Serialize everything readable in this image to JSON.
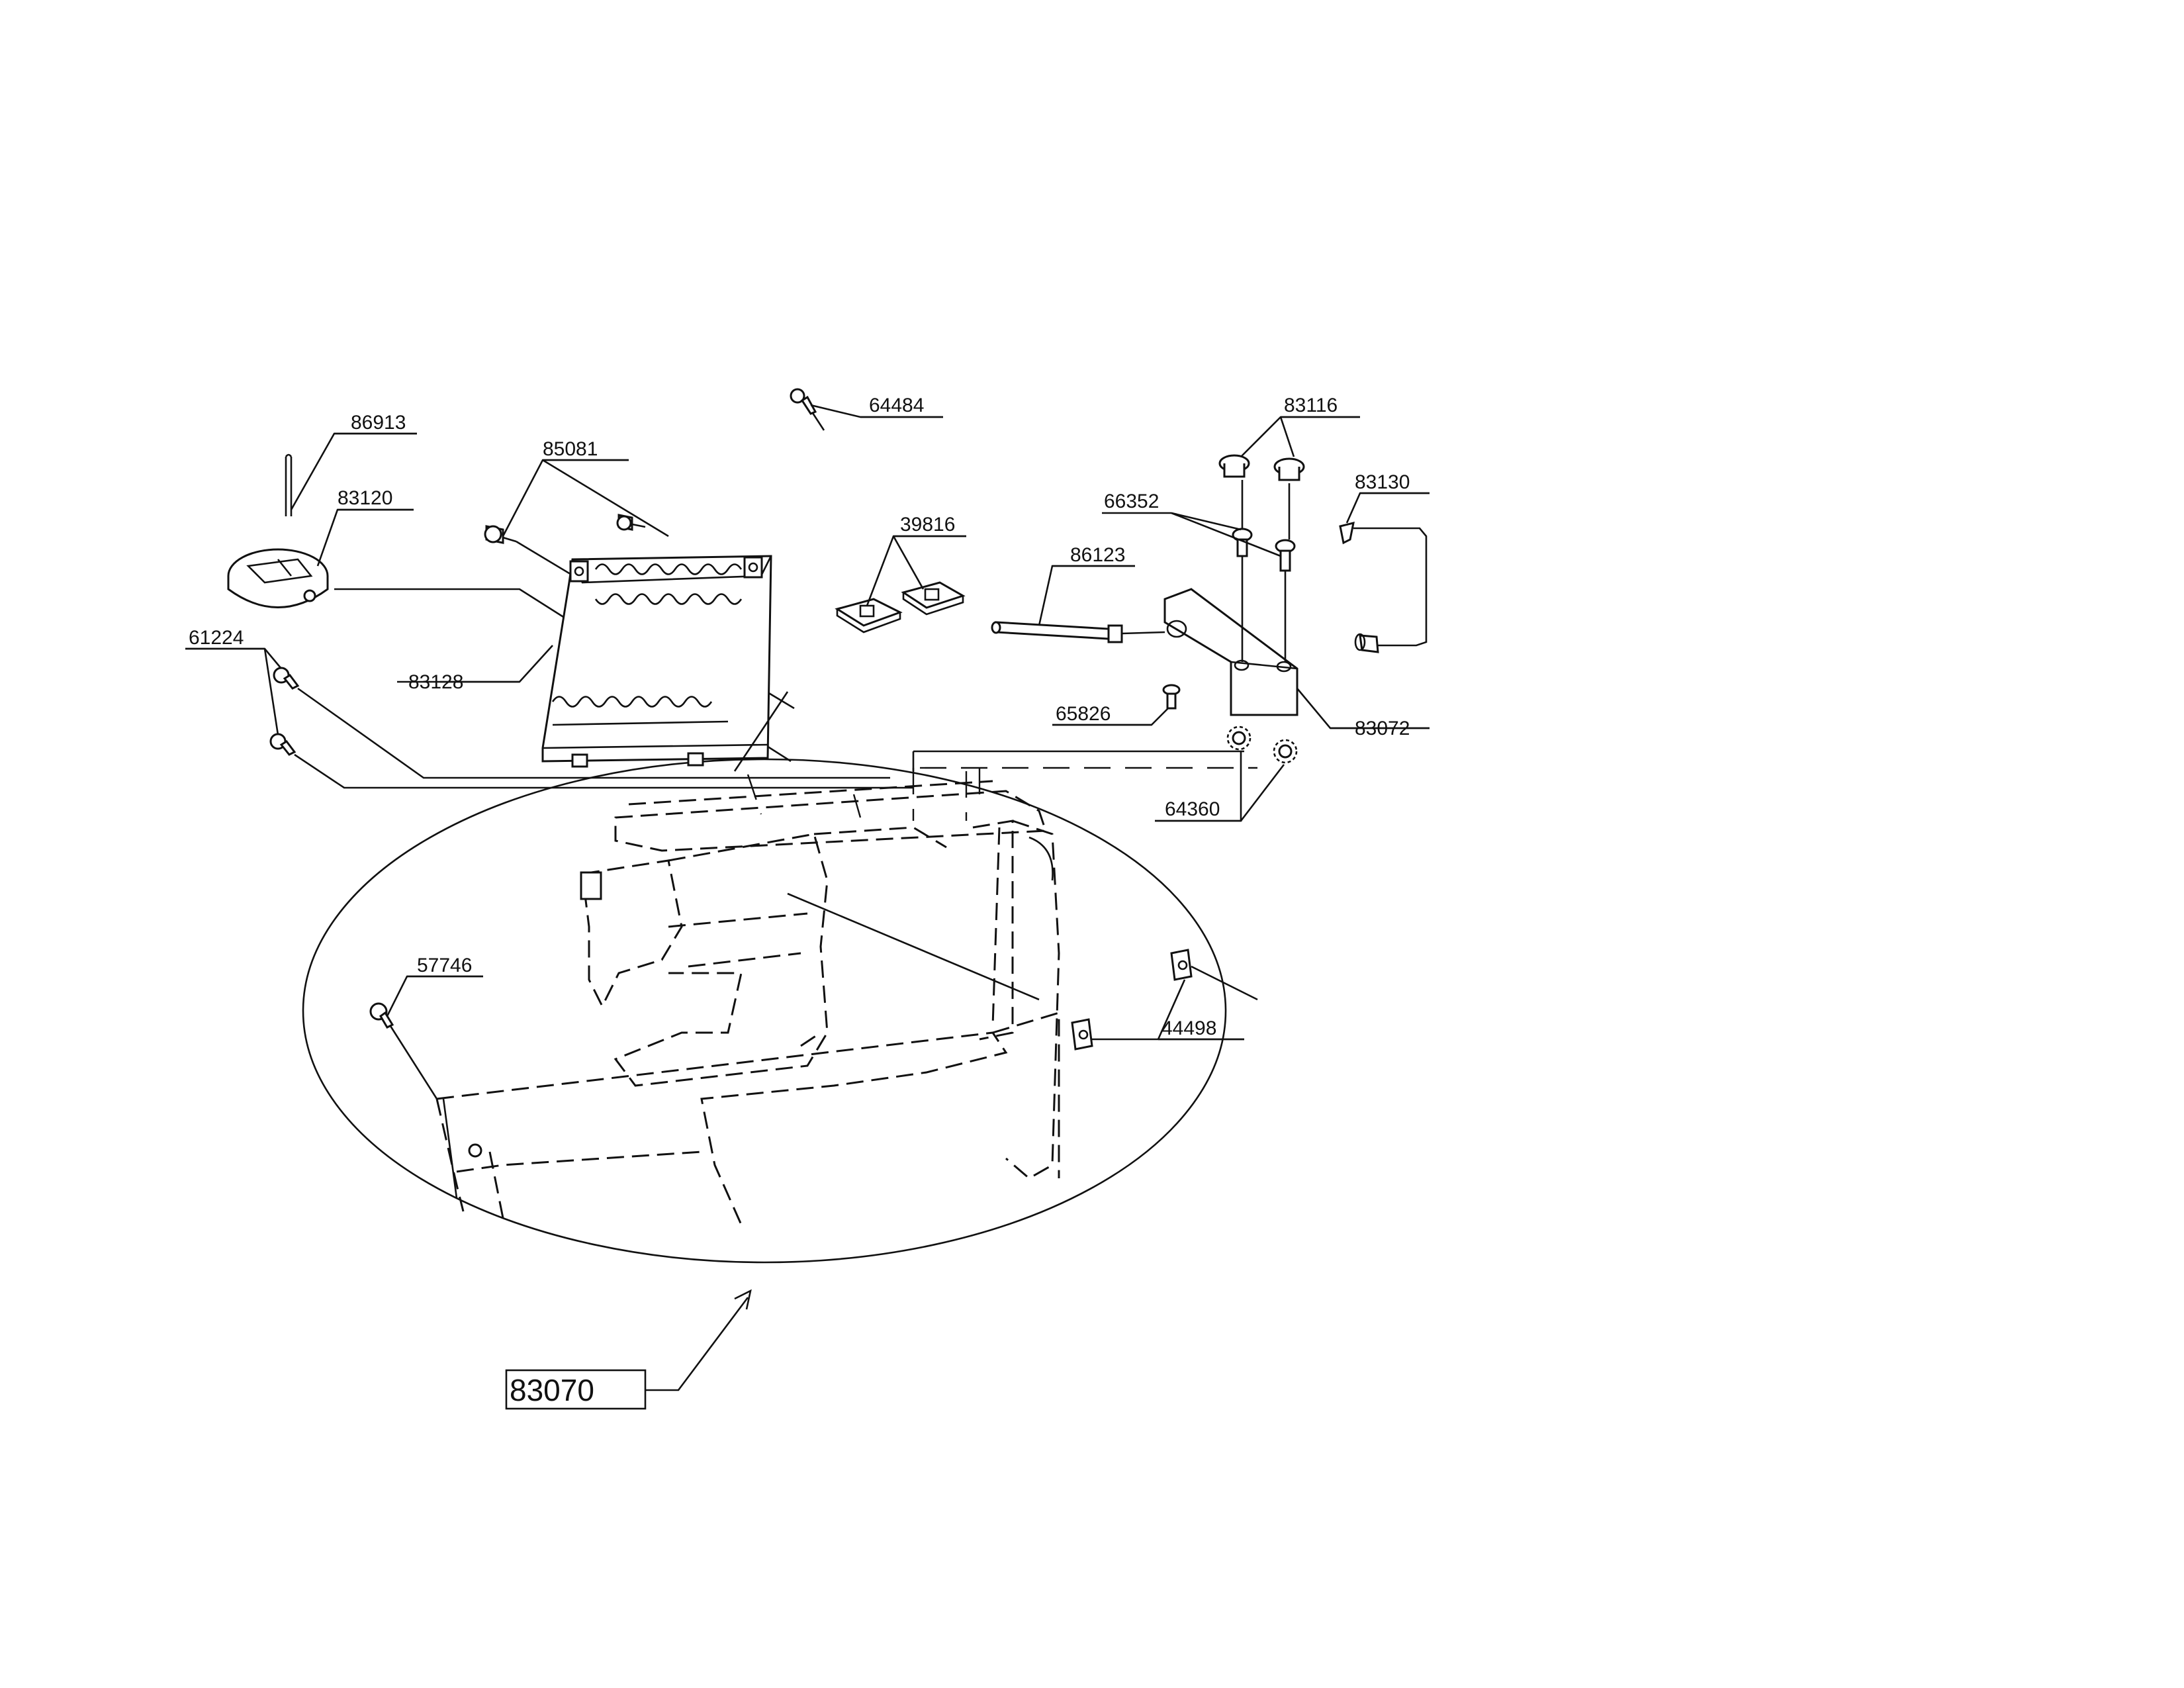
{
  "labels": {
    "p86913": "86913",
    "p83120": "83120",
    "p85081": "85081",
    "p64484": "64484",
    "p83116": "83116",
    "p66352": "66352",
    "p83130": "83130",
    "p39816": "39816",
    "p86123": "86123",
    "p61224": "61224",
    "p83128": "83128",
    "p65826": "65826",
    "p83072": "83072",
    "p64360": "64360",
    "p57746": "57746",
    "p44498": "44498",
    "p83070": "83070"
  }
}
